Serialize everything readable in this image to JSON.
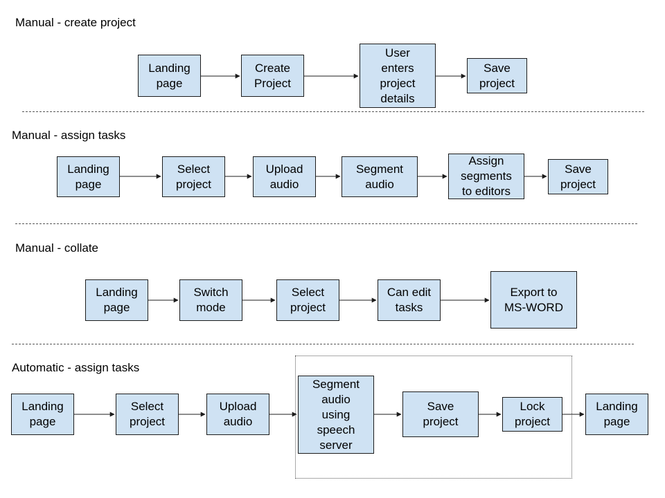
{
  "sections": [
    {
      "title": "Manual - create project",
      "steps": [
        "Landing\npage",
        "Create\nProject",
        "User\nenters\nproject\ndetails",
        "Save\nproject"
      ]
    },
    {
      "title": "Manual - assign tasks",
      "steps": [
        "Landing\npage",
        "Select\nproject",
        "Upload\naudio",
        "Segment\naudio",
        "Assign\nsegments\nto editors",
        "Save\nproject"
      ]
    },
    {
      "title": "Manual - collate",
      "steps": [
        "Landing\npage",
        "Switch\nmode",
        "Select\nproject",
        "Can edit\ntasks",
        "Export to\nMS-WORD"
      ]
    },
    {
      "title": "Automatic - assign tasks",
      "steps": [
        "Landing\npage",
        "Select\nproject",
        "Upload\naudio",
        "Segment\naudio\nusing\nspeech\nserver",
        "Save\nproject",
        "Lock\nproject",
        "Landing\npage"
      ]
    }
  ],
  "colors": {
    "box_fill": "#cfe2f3",
    "box_border": "#1c1c1c",
    "arrow": "#1c1c1c"
  }
}
